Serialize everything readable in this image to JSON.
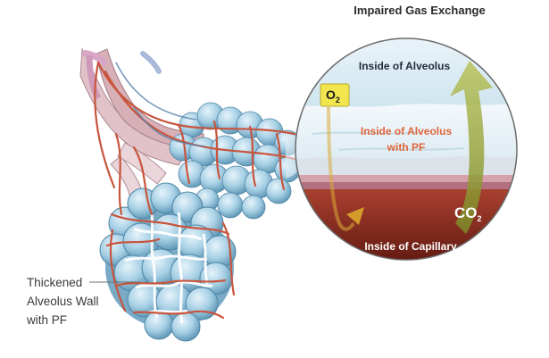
{
  "title": "Impaired Gas Exchange",
  "callout": {
    "line1": "Thickened",
    "line2": "Alveolus Wall",
    "line3": "with PF"
  },
  "inset": {
    "alveolus_label": "Inside of Alveolus",
    "pf_label_line1": "Inside of Alveolus",
    "pf_label_line2": "with PF",
    "capillary_label": "Inside of Capillary",
    "o2_main": "O",
    "o2_sub": "2",
    "co2_main": "CO",
    "co2_sub": "2"
  },
  "colors": {
    "pf_text": "#e2663c",
    "capillary_blood": "#7a2418",
    "alveolus_blue": "#9cc9df",
    "vessel_red": "#c8553d",
    "o2_badge": "#f2e54e",
    "co2_arrow": "#9aa63a",
    "o2_arrow": "#d49a2a"
  }
}
